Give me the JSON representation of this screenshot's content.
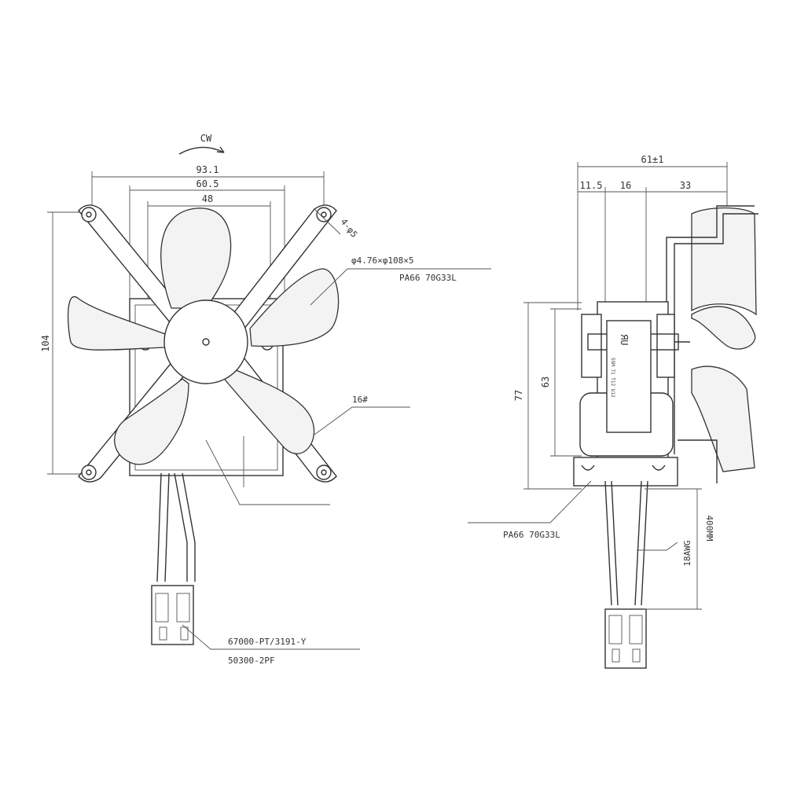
{
  "front_view": {
    "rotation": "CW",
    "dim_overall_width": "93.1",
    "dim_hole_spacing": "60.5",
    "dim_motor_width": "48",
    "dim_height": "104",
    "hole_callout": "4-φ5",
    "blade_spec": "φ4.76×φ108×5",
    "blade_material": "PA66 70G33L",
    "wire_gauge": "16#",
    "terminal_part": "67000-PT/3191-Y",
    "connector_part": "50300-2PF"
  },
  "side_view": {
    "dim_total_depth": "61±1",
    "dim_seg_a": "11.5",
    "dim_seg_b": "16",
    "dim_seg_c": "33",
    "dim_height_outer": "77",
    "dim_height_inner": "63",
    "housing_material": "PA66 70G33L",
    "wire_gauge": "18AWG",
    "lead_length": "400MM",
    "ul_mark": "ЯU",
    "nameplate_text": "SSM 71 T12 U12"
  }
}
